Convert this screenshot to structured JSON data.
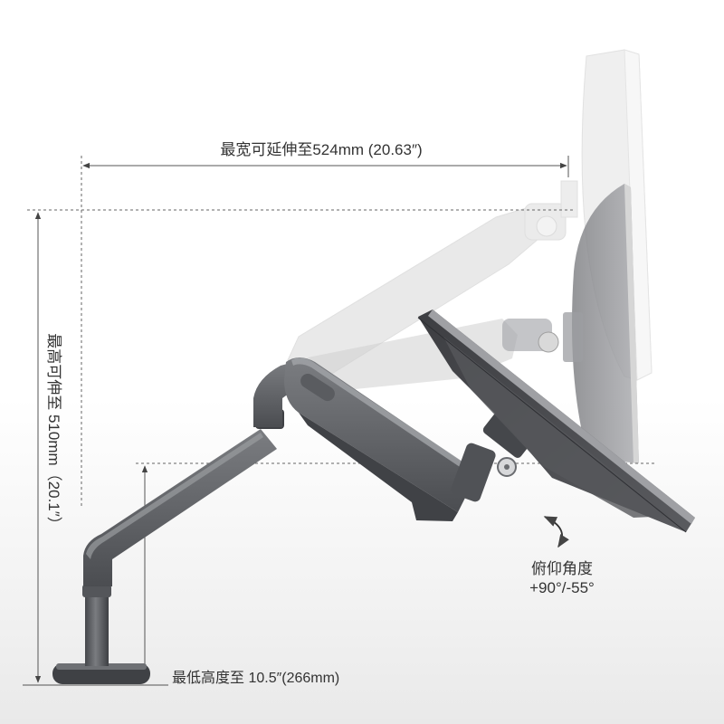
{
  "annotations": {
    "max_extension": "最宽可延伸至524mm (20.63″)",
    "max_height": "最高可伸至 510mm（20.1″）",
    "min_height": "最低高度至 10.5″(266mm)",
    "tilt_label": "俯仰角度",
    "tilt_range": "+90°/-55°"
  },
  "colors": {
    "arm": "#5d5f63",
    "arm_highlight": "#8c8e92",
    "monitor": "#46474b",
    "dimension_line": "#555555",
    "ghost": "#e3e3e3",
    "text": "#333333"
  }
}
